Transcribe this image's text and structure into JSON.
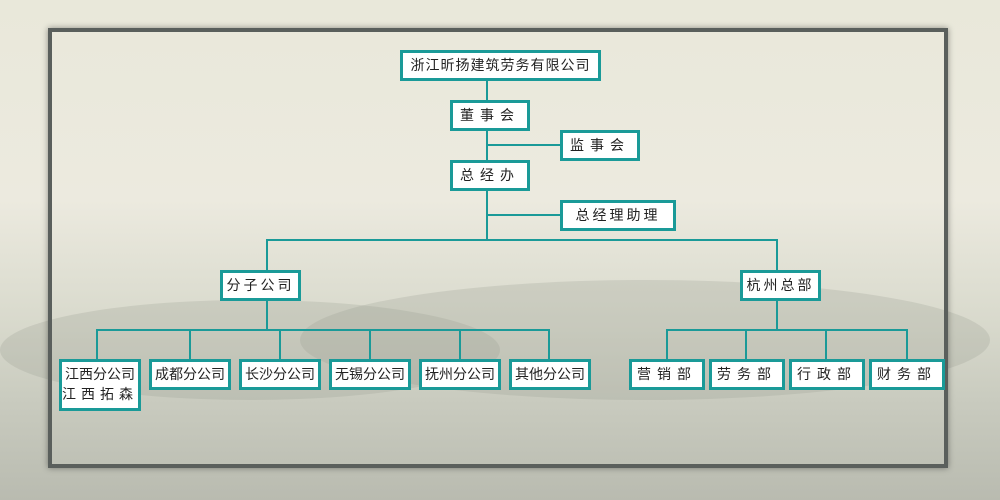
{
  "colors": {
    "line": "#1a9a98",
    "frame": "#5a5f5c"
  },
  "company": "浙江昕扬建筑劳务有限公司",
  "board": "董事会",
  "supervisors": "监事会",
  "gm_office": "总经办",
  "gm_assistant": "总经理助理",
  "branches": {
    "label": "分子公司",
    "items": [
      {
        "label": "江西分公司",
        "sub": "江西拓森"
      },
      {
        "label": "成都分公司"
      },
      {
        "label": "长沙分公司"
      },
      {
        "label": "无锡分公司"
      },
      {
        "label": "抚州分公司"
      },
      {
        "label": "其他分公司"
      }
    ]
  },
  "hq": {
    "label": "杭州总部",
    "items": [
      "营销部",
      "劳务部",
      "行政部",
      "财务部"
    ]
  }
}
